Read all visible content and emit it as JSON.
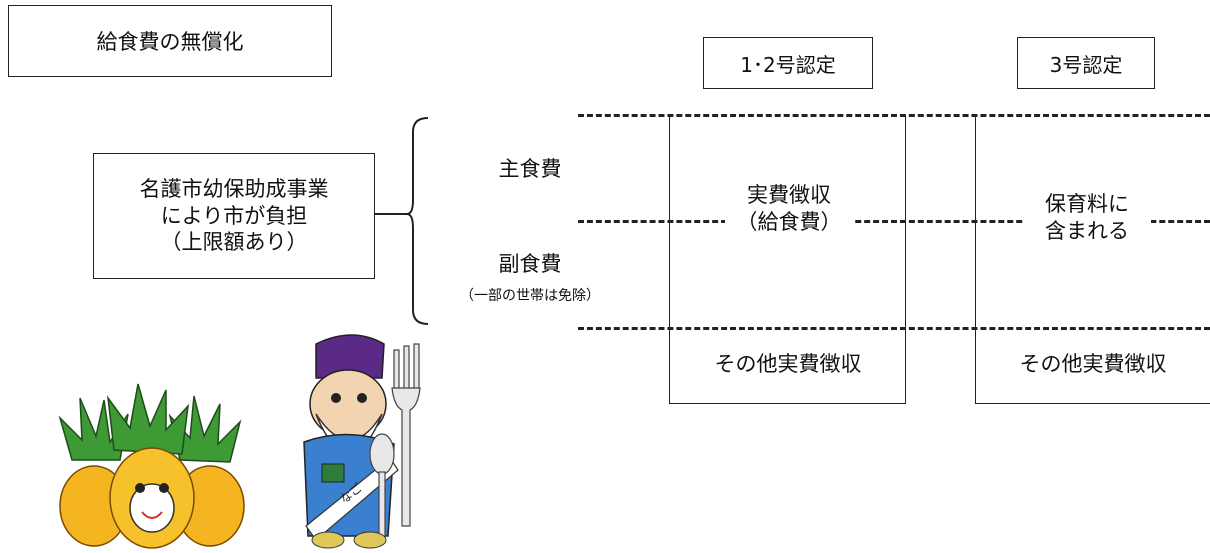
{
  "title": "給食費の無償化",
  "header_12": "1･2号認定",
  "header_3": "3号認定",
  "left_box": {
    "line1": "名護市幼保助成事業",
    "line2": "により市が負担",
    "line3": "（上限額あり）"
  },
  "main_food": "主食費",
  "side_food": "副食費",
  "side_food_note": "（一部の世帯は免除）",
  "col12": {
    "line1": "実費徴収",
    "line2": "（給食費）",
    "other": "その他実費徴収"
  },
  "col3": {
    "line1": "保育料に",
    "line2": "含まれる",
    "other": "その他実費徴収"
  },
  "mascot_label": "なご"
}
